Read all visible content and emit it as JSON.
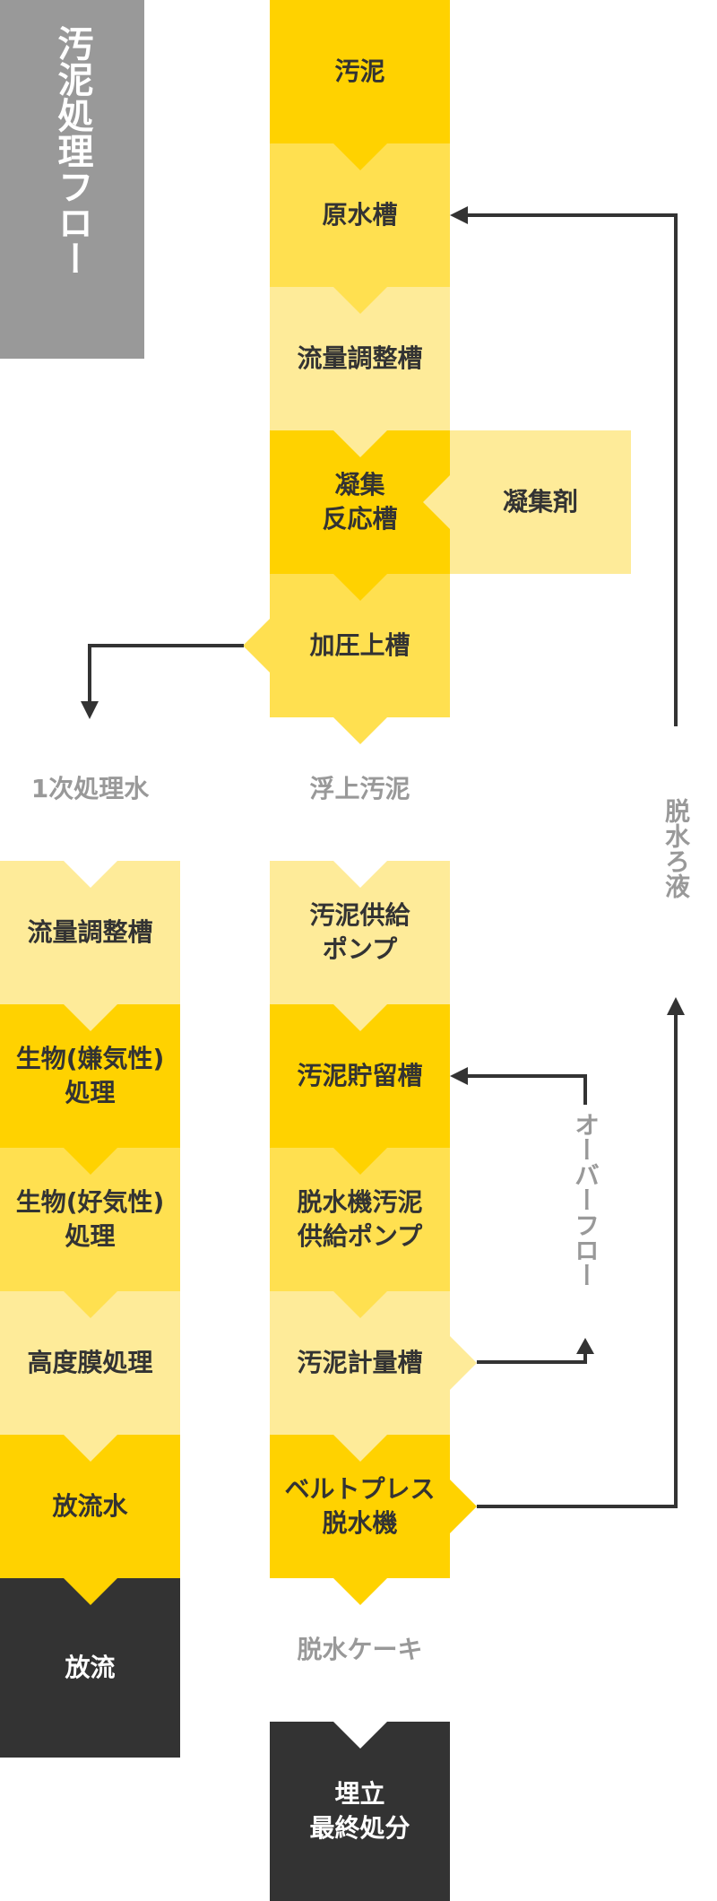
{
  "title": "汚泥処理フロー",
  "main_column": {
    "steps": [
      "汚泥",
      "原水槽",
      "流量調整槽",
      "凝集\n反応槽",
      "加圧上槽"
    ],
    "intermediate_label": "浮上汚泥",
    "steps2": [
      "汚泥供給\nポンプ",
      "汚泥貯留槽",
      "脱水機汚泥\n供給ポンプ",
      "汚泥計量槽",
      "ベルトプレス\n脱水機"
    ],
    "output_label": "脱水ケーキ",
    "final": "埋立\n最終処分"
  },
  "additive": "凝集剤",
  "left_column": {
    "label": "1次処理水",
    "steps": [
      "流量調整槽",
      "生物(嫌気性)\n処理",
      "生物(好気性)\n処理",
      "高度膜処理",
      "放流水"
    ],
    "final": "放流"
  },
  "loops": {
    "filtrate": "脱水ろ液",
    "overflow": "オーバーフロー"
  },
  "colors": {
    "dark_yellow": "#ffd200",
    "mid_yellow": "#ffe050",
    "light_yellow": "#feeb99",
    "dark": "#333333",
    "gray": "#999999"
  }
}
